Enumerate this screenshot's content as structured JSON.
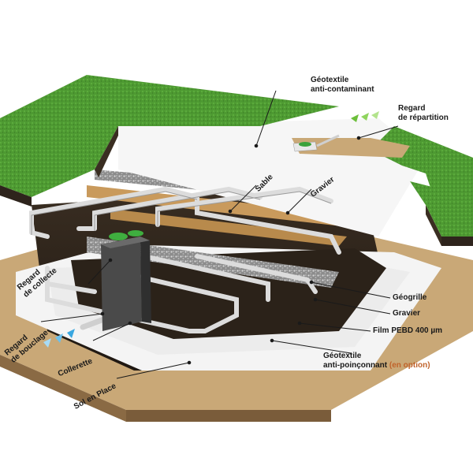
{
  "labels": {
    "geotextile_anticontaminant": [
      "Géotextile",
      "anti-contaminant"
    ],
    "regard_repartition": [
      "Regard",
      "de répartition"
    ],
    "sable": "Sable",
    "gravier_top": "Gravier",
    "regard_collecte": [
      "Regard",
      "de collecte"
    ],
    "regard_bouclage": [
      "Regard",
      "de bouclage"
    ],
    "collerette": "Collerette",
    "sol_en_place": "Sol en Place",
    "geogrille": "Géogrille",
    "gravier_bottom": "Gravier",
    "film_pebd": "Film PEBD 400 µm",
    "geotextile_antipoinconnant": [
      "Géotextile",
      "anti-poinçonnant"
    ],
    "en_option": "(en option)"
  },
  "colors": {
    "grass": "#4e9a32",
    "soil": "#c9a877",
    "dark_soil": "#2e241c",
    "geotextile": "#f1f1f1",
    "pipe": "#dcdcdc",
    "accent_orange": "#c0622a",
    "flow_green": "#6cbf3a",
    "flow_blue": "#3aa7e0"
  },
  "icons": [
    "green-arrow-icon",
    "blue-arrow-icon"
  ]
}
